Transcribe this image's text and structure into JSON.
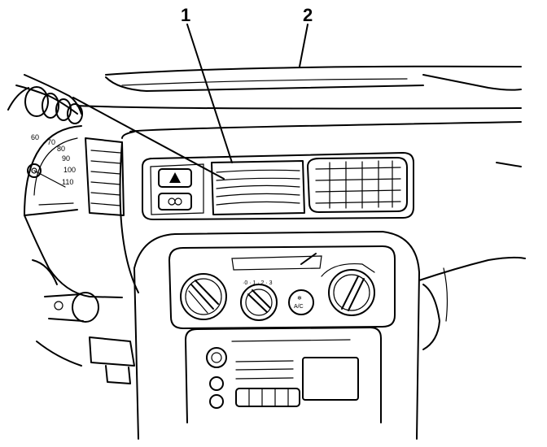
{
  "callouts": [
    {
      "id": "1",
      "label": "1"
    },
    {
      "id": "2",
      "label": "2"
    }
  ],
  "speedometer": {
    "ticks": [
      "60",
      "70",
      "80",
      "90",
      "100",
      "110"
    ]
  },
  "hvac": {
    "ac_button_line1": "❄",
    "ac_button_line2": "A/C"
  }
}
